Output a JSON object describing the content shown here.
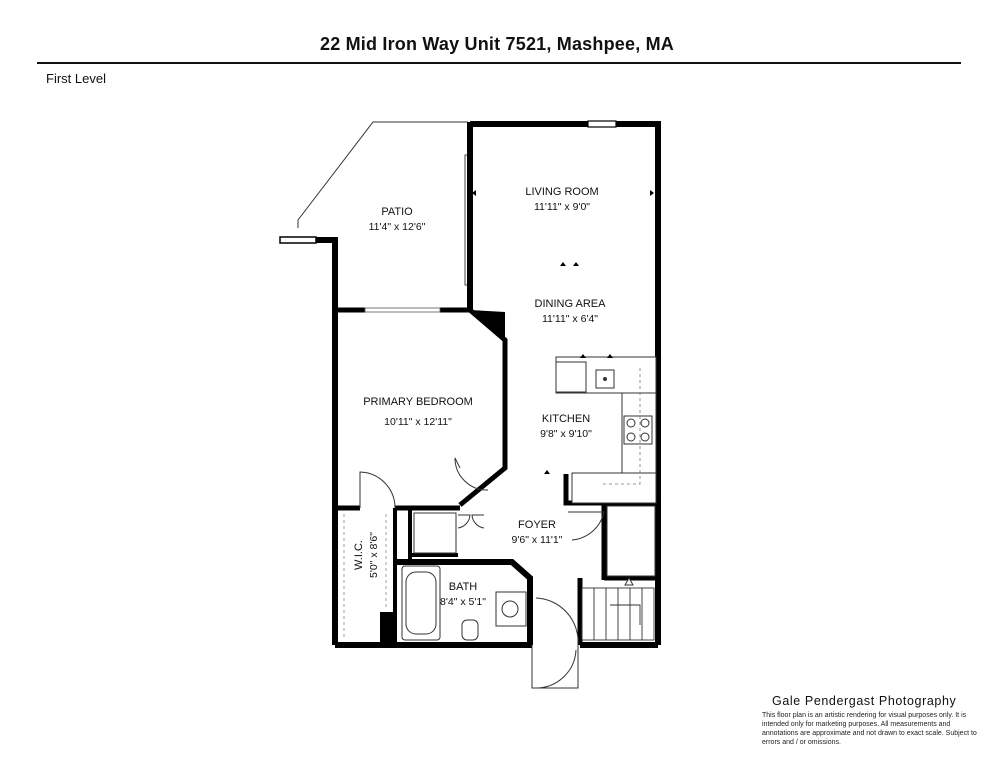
{
  "header": {
    "title": "22 Mid Iron Way Unit 7521, Mashpee, MA"
  },
  "level": "First Level",
  "rooms": {
    "patio": {
      "name": "PATIO",
      "dims": "11'4\" x 12'6\""
    },
    "living_room": {
      "name": "LIVING ROOM",
      "dims": "11'11\" x 9'0\""
    },
    "dining_area": {
      "name": "DINING AREA",
      "dims": "11'11\" x 6'4\""
    },
    "primary_bedroom": {
      "name": "PRIMARY BEDROOM",
      "dims": "10'11\" x 12'11\""
    },
    "kitchen": {
      "name": "KITCHEN",
      "dims": "9'8\" x 9'10\""
    },
    "foyer": {
      "name": "FOYER",
      "dims": "9'6\" x 11'1\""
    },
    "wic": {
      "name": "W.I.C.",
      "dims": "5'0\" x 8'6\""
    },
    "bath": {
      "name": "BATH",
      "dims": "8'4\" x 5'1\""
    }
  },
  "footer": {
    "credit": "Gale Pendergast Photography",
    "disclaimer": "This floor plan is an artistic rendering for visual purposes only. It is intended only for marketing purposes. All measurements and annotations are approximate and not drawn to exact scale. Subject to errors and / or omissions."
  }
}
